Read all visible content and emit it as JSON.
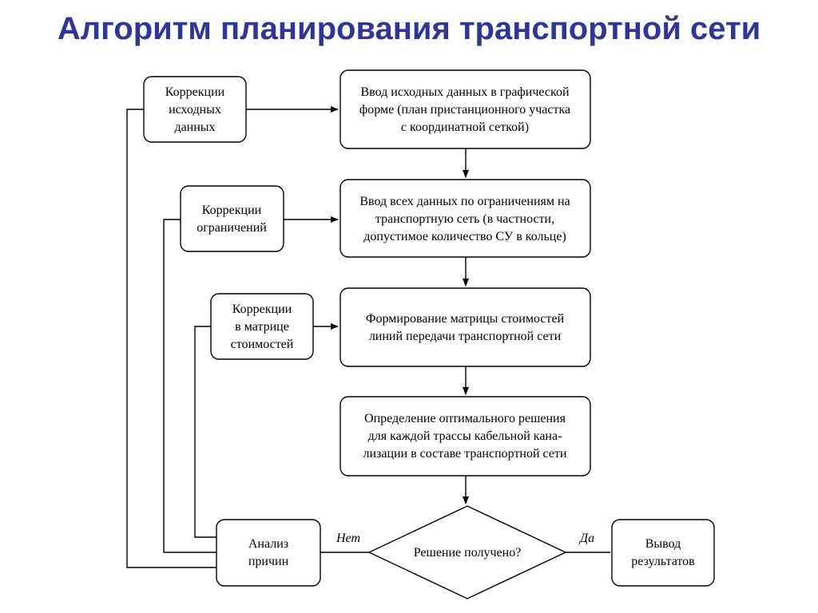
{
  "title": "Алгоритм планирования транспортной сети",
  "boxes": {
    "input_graphic": [
      "Ввод исходных данных в графической",
      "форме (план пристанционного участка",
      "с координатной сеткой)"
    ],
    "input_constraints": [
      "Ввод всех данных по ограничениям на",
      "транспортную сеть (в частности,",
      "допустимое количество СУ в кольце)"
    ],
    "cost_matrix": [
      "Формирование матрицы стоимостей",
      "линий передачи транспортной сети"
    ],
    "optimal_solution": [
      "Определение оптимального решения",
      "для каждой трассы кабельной кана-",
      "лизации в составе транспортной сети"
    ],
    "decision": [
      "Решение получено?"
    ],
    "output": [
      "Вывод",
      "результатов"
    ],
    "analysis": [
      "Анализ",
      "причин"
    ],
    "corr_input": [
      "Коррекции",
      "исходных",
      "данных"
    ],
    "corr_constraints": [
      "Коррекции",
      "ограничений"
    ],
    "corr_matrix": [
      "Коррекции",
      "в матрице",
      "стоимостей"
    ]
  },
  "labels": {
    "no": "Нет",
    "yes": "Да"
  }
}
